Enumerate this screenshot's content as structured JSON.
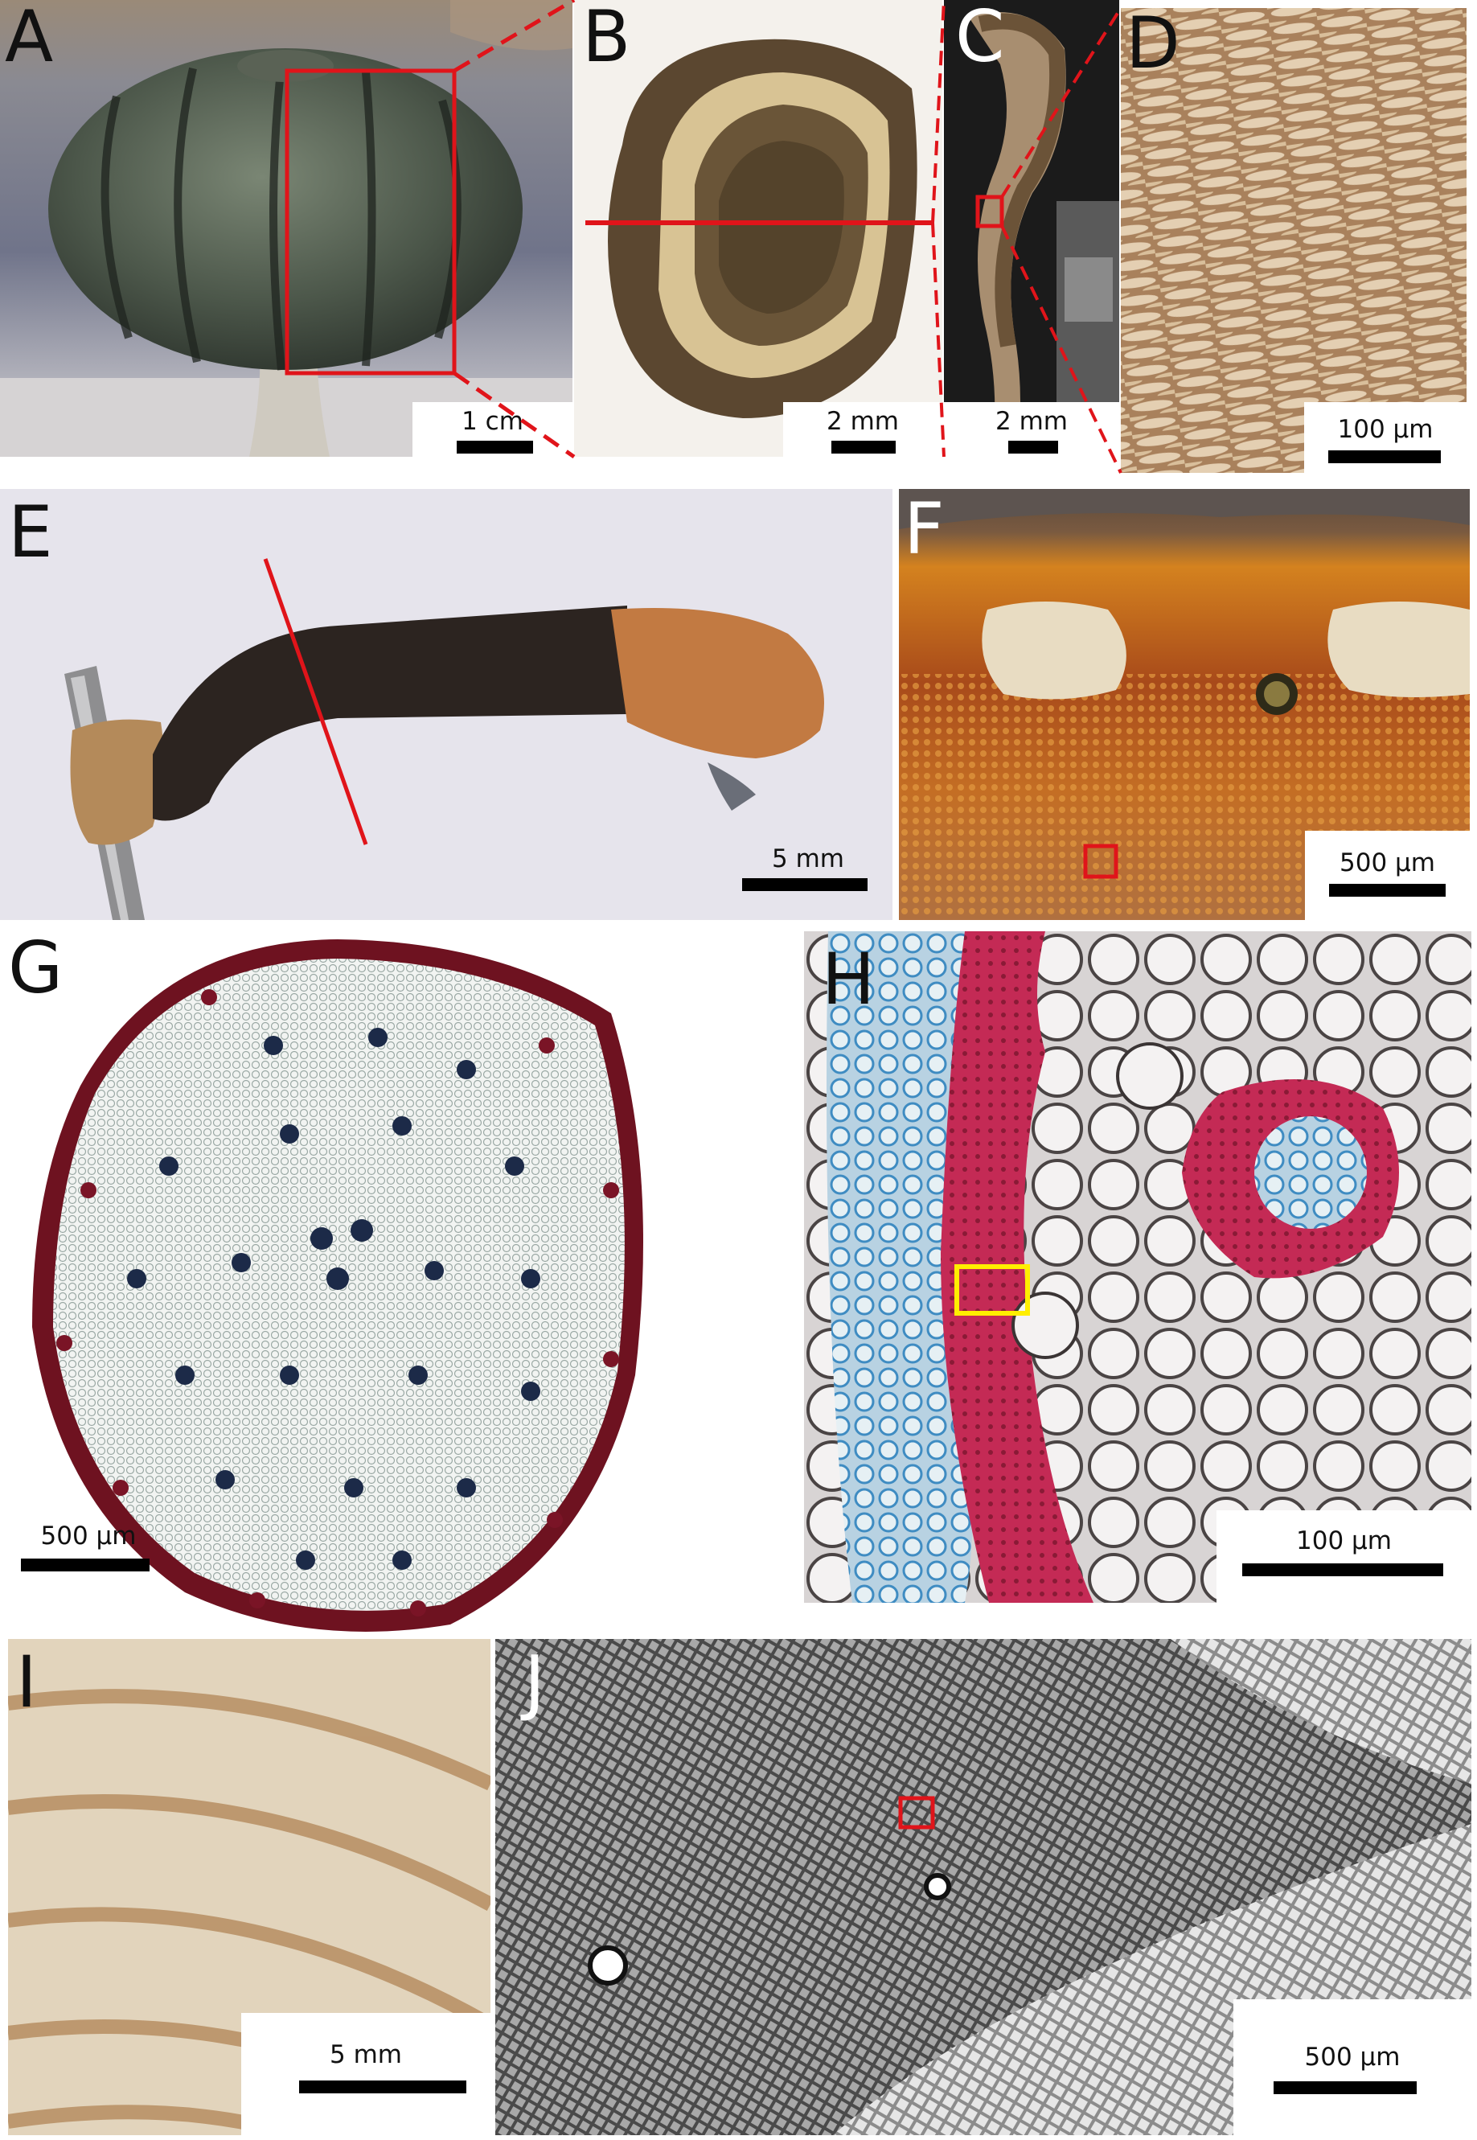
{
  "figure": {
    "panels": [
      {
        "id": "A",
        "letter": "A",
        "scale": "1 cm"
      },
      {
        "id": "B",
        "letter": "B",
        "scale": "2 mm"
      },
      {
        "id": "C",
        "letter": "C",
        "scale": "2 mm"
      },
      {
        "id": "D",
        "letter": "D",
        "scale": "100 µm"
      },
      {
        "id": "E",
        "letter": "E",
        "scale": "5 mm"
      },
      {
        "id": "F",
        "letter": "F",
        "scale": "500 µm"
      },
      {
        "id": "G",
        "letter": "G",
        "scale": "500 µm"
      },
      {
        "id": "H",
        "letter": "H",
        "scale": "100 µm"
      },
      {
        "id": "I",
        "letter": "I",
        "scale": "5 mm"
      },
      {
        "id": "J",
        "letter": "J",
        "scale": "500 µm"
      }
    ]
  },
  "colors": {
    "highlight_red": "#e0141a",
    "highlight_yellow": "#ffee00",
    "scale_bar": "#000000"
  }
}
